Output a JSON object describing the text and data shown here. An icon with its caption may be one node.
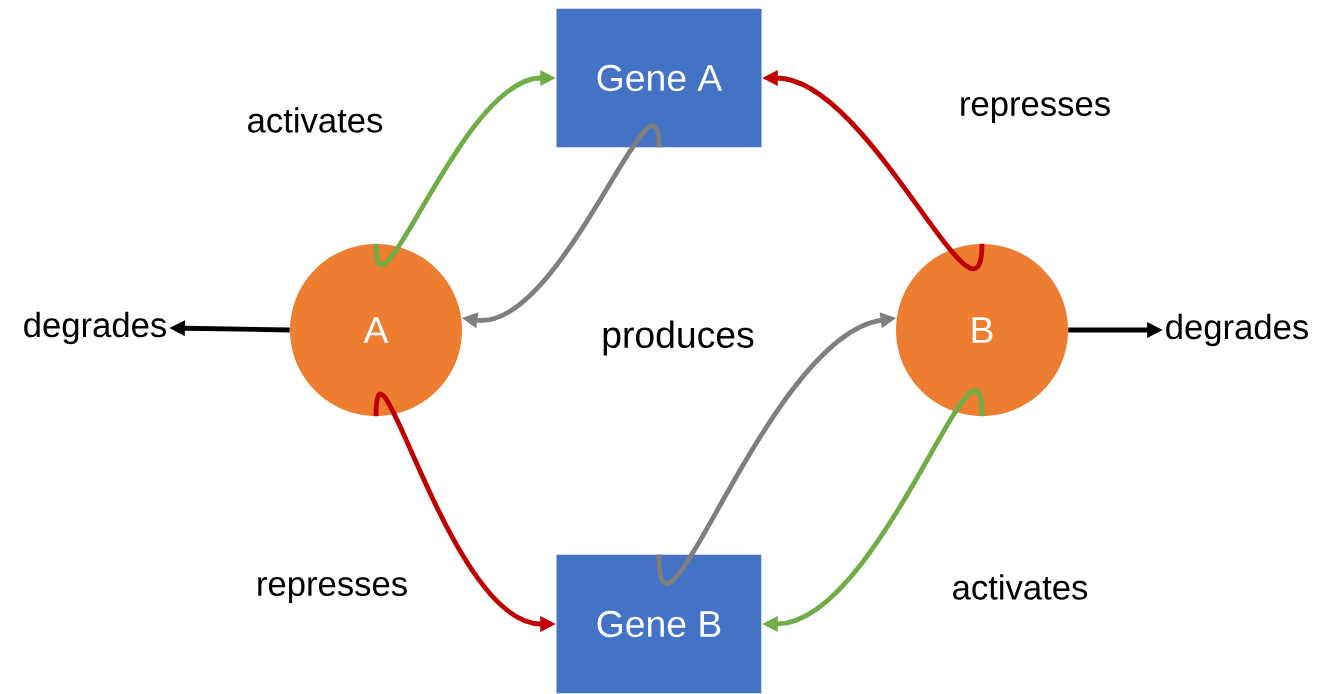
{
  "diagram": {
    "nodes": [
      {
        "text": [
          "Gene A"
        ]
      },
      {
        "text": [
          "A"
        ]
      },
      {
        "text": [
          "B"
        ]
      },
      {
        "text": [
          "Gene B"
        ]
      },
      {
        "text": [
          "degrades"
        ]
      },
      {
        "text": [
          "degrades"
        ]
      }
    ],
    "edges": [
      {
        "from": 1,
        "to": 0,
        "arrow": "to",
        "label": "activates",
        "color": "#70ad47"
      },
      {
        "from": 0,
        "to": 1,
        "arrow": "to",
        "color": "#7f7f7f"
      },
      {
        "from": 2,
        "to": 0,
        "arrow": "to",
        "label": "represses",
        "color": "#c00000"
      },
      {
        "from": 1,
        "to": 3,
        "arrow": "to",
        "label": "represses",
        "color": "#c00000"
      },
      {
        "from": 3,
        "to": 2,
        "arrow": "to",
        "color": "#7f7f7f"
      },
      {
        "from": 2,
        "to": 3,
        "arrow": "to",
        "label": "activates",
        "color": "#70ad47"
      },
      {
        "from": 1,
        "to": 4,
        "arrow": "to",
        "color": "#000000"
      },
      {
        "from": 2,
        "to": 5,
        "arrow": "to",
        "color": "#000000"
      }
    ],
    "labels": [
      "produces"
    ]
  }
}
